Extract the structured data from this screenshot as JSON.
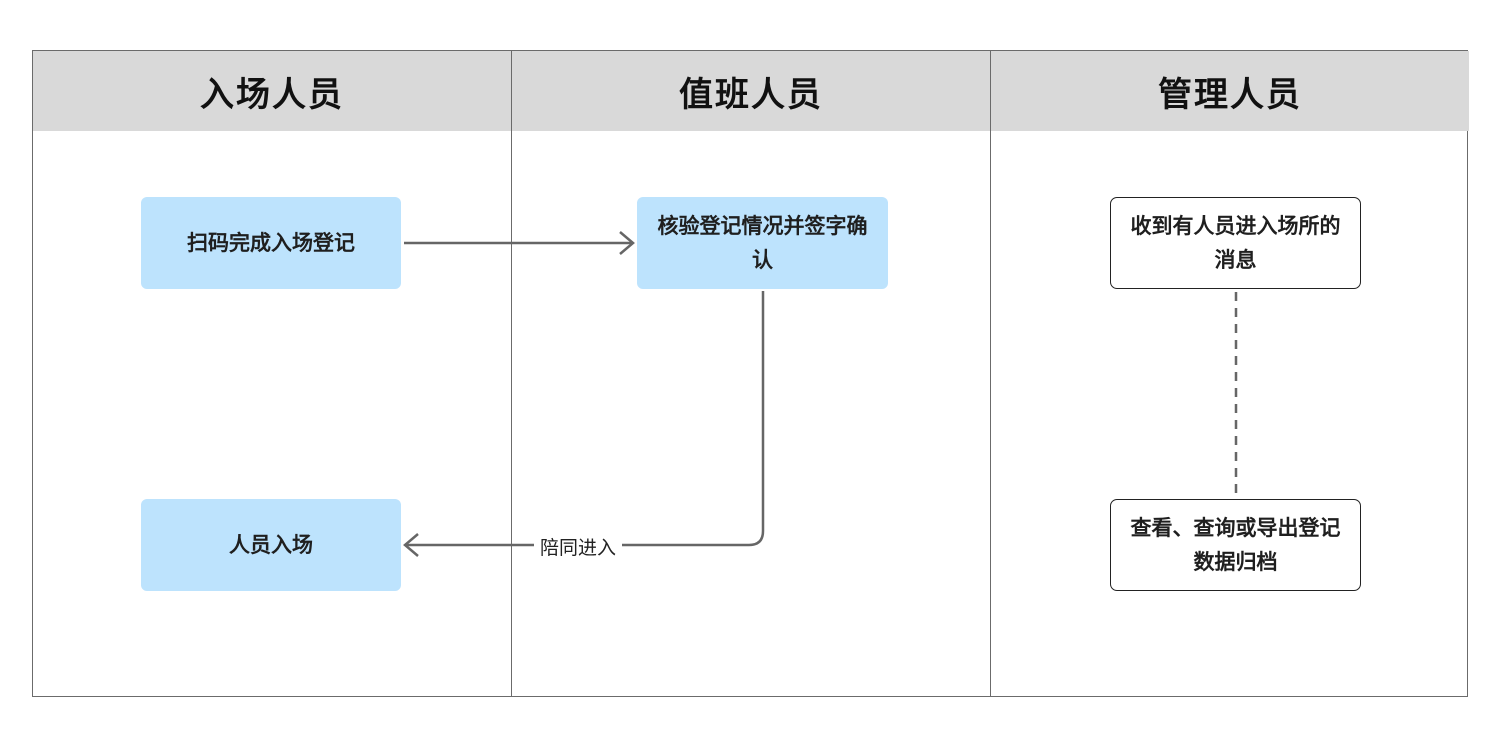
{
  "lanes": [
    {
      "title": "入场人员"
    },
    {
      "title": "值班人员"
    },
    {
      "title": "管理人员"
    }
  ],
  "nodes": {
    "scan_register": "扫码完成入场登记",
    "verify_sign": "核验登记情况并签字确认",
    "person_enter": "人员入场",
    "receive_message": "收到有人员进入场所的消息",
    "view_export": "查看、查询或导出登记数据归档"
  },
  "edges": {
    "accompany_label": "陪同进入"
  },
  "colors": {
    "process_fill": "#bde3fd",
    "header_fill": "#d9d9d9",
    "line": "#666666"
  }
}
